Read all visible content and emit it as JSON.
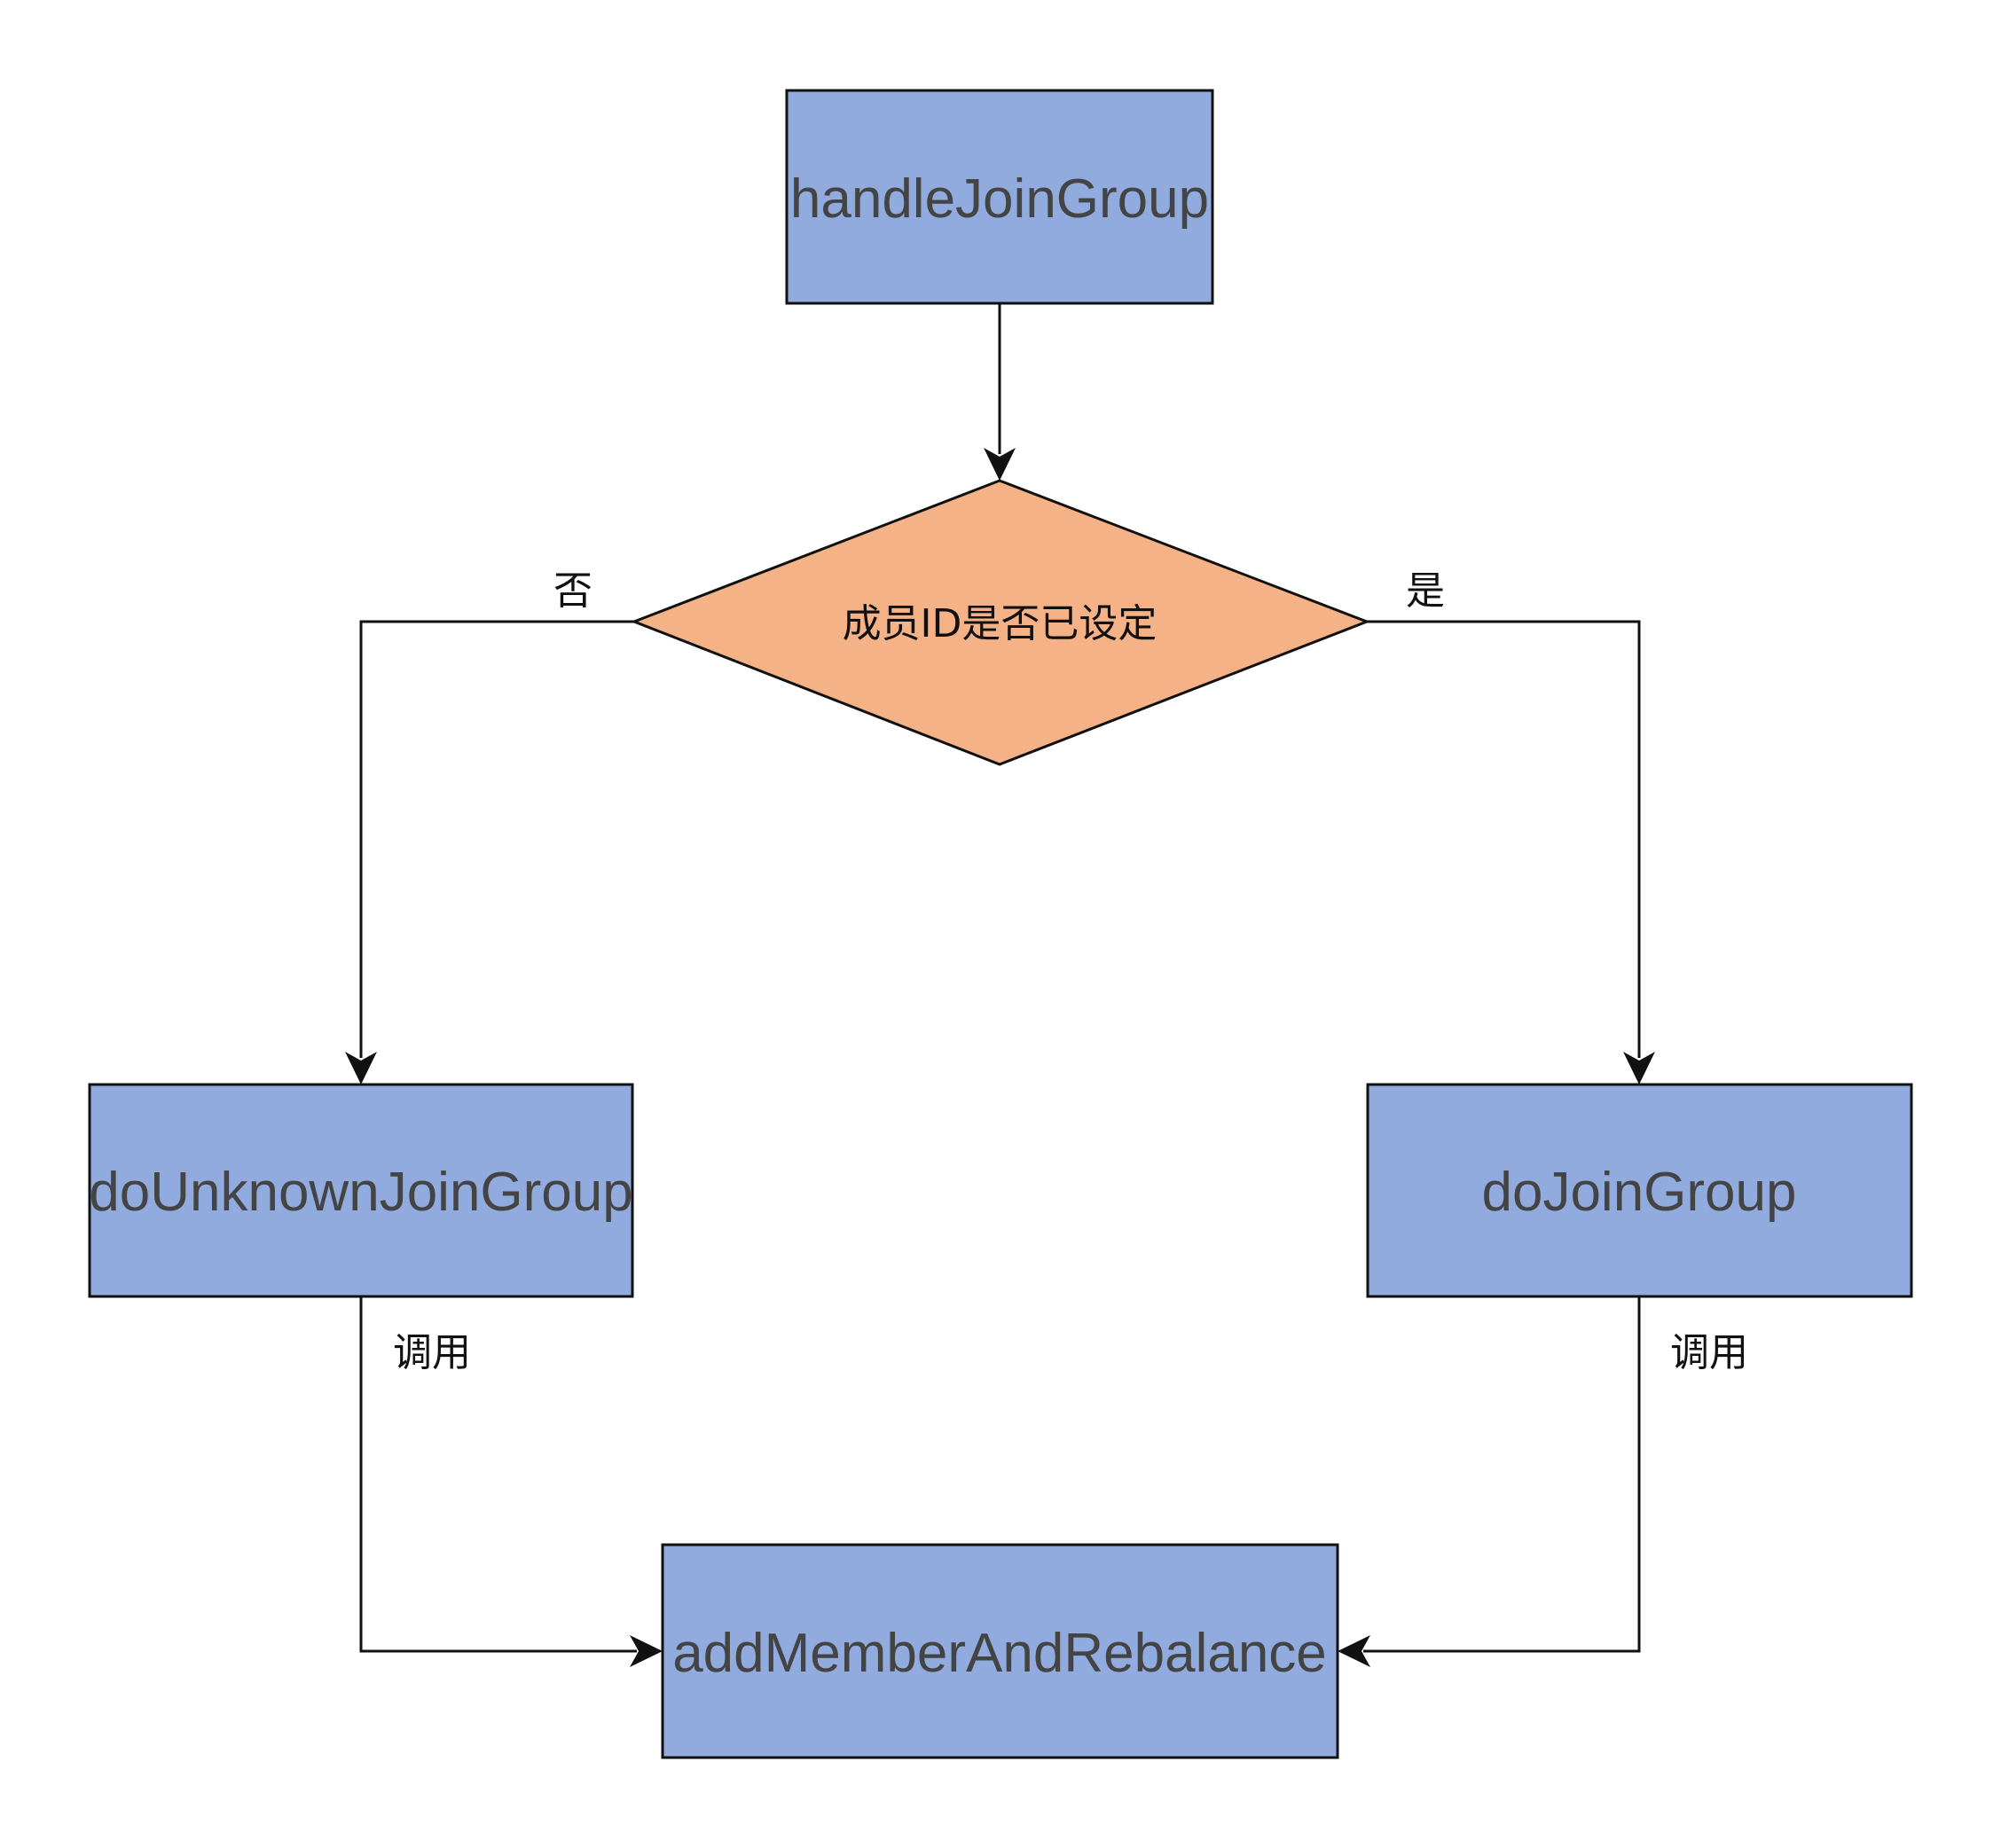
{
  "colors": {
    "process_fill": "#91abde",
    "decision_fill": "#f4b286",
    "stroke": "#111111",
    "node_text": "#444444",
    "label_text": "#111111",
    "background": "#ffffff"
  },
  "nodes": {
    "start": {
      "label": "handleJoinGroup"
    },
    "decision": {
      "label": "成员ID是否已设定"
    },
    "left": {
      "label": "doUnknownJoinGroup"
    },
    "right": {
      "label": "doJoinGroup"
    },
    "end": {
      "label": "addMemberAndRebalance"
    }
  },
  "edges": {
    "no_label": "否",
    "yes_label": "是",
    "left_call_label": "调用",
    "right_call_label": "调用"
  }
}
